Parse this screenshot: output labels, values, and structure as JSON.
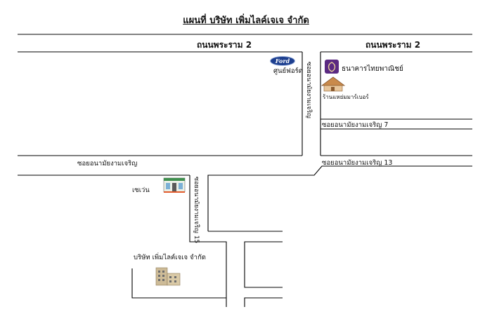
{
  "title": "แผนที่ บริษัท เพิ่มไลค์เจเจ จำกัด",
  "roads": {
    "main_left": "ถนนพระราม 2",
    "main_right": "ถนนพระราม 2",
    "soi_left": "ซอยอนามัยงามเจริญ",
    "soi_7": "ซอยอนามัยงามเจริญ 7",
    "soi_13": "ซอยอนามัยงามเจริญ 13",
    "vertical_upper": "ซอยอนามัยงามเจริญ",
    "vertical_lower": "ซอยอนามัยงามเจริญ 15"
  },
  "landmarks": {
    "ford_logo_text": "Ford",
    "ford_center": "ศูนย์ฟอร์ด",
    "scb_bank": "ธนาคารไทยพาณิชย์",
    "restaurant": "ร้านแหย่มมาร์เบอร์",
    "seven_eleven": "เซเว่น",
    "company": "บริษัท เพิ่มไลค์เจเจ จำกัด"
  },
  "colors": {
    "line": "#000000",
    "ford_blue": "#1d3f8f",
    "scb_purple": "#5b2a82",
    "store_green": "#3f8f4e",
    "building_tan": "#cdbb97"
  },
  "icons": [
    "ford-logo-icon",
    "scb-logo-icon",
    "restaurant-building-icon",
    "seven-eleven-store-icon",
    "company-building-icon"
  ]
}
